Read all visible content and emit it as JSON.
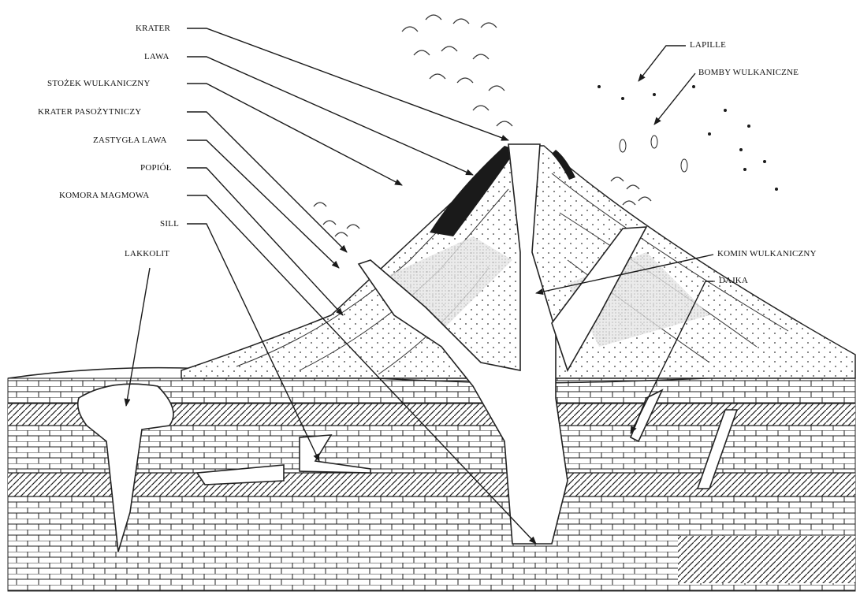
{
  "labels": {
    "krater": "KRATER",
    "lawa": "LAWA",
    "stozek": "STOŻEK WULKANICZNY",
    "krater_pasozytniczy": "KRATER PASOŻYTNICZY",
    "zastygla_lawa": "ZASTYGŁA LAWA",
    "popiol": "POPIÓŁ",
    "komora": "KOMORA MAGMOWA",
    "sill": "SILL",
    "lakkolit": "LAKKOLIT",
    "lapille": "LAPILLE",
    "bomby": "BOMBY WULKANICZNE",
    "komin": "KOMIN WULKANICZNY",
    "dajka": "DAJKA"
  },
  "colors": {
    "ink": "#1a1a1a",
    "background": "#ffffff"
  }
}
